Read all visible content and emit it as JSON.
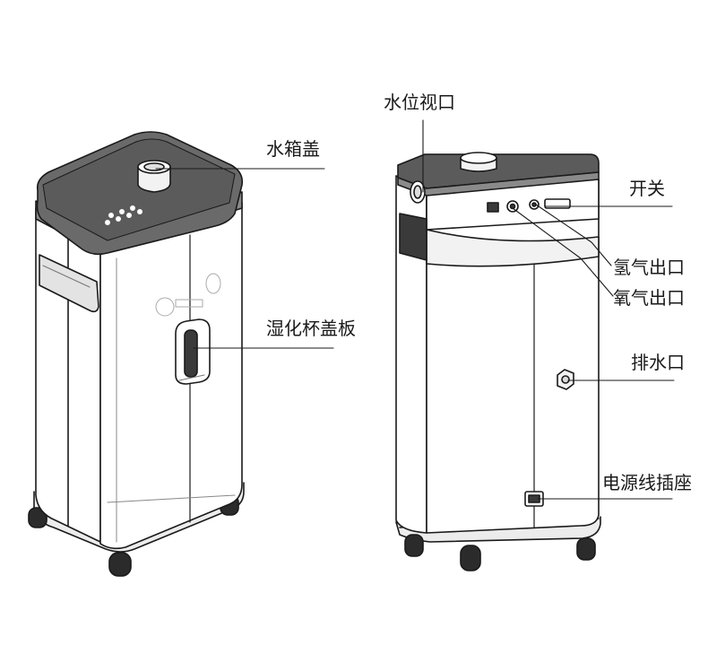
{
  "labels": {
    "water_tank_lid": "水箱盖",
    "humidifier_cup_cover": "湿化杯盖板",
    "water_level_window": "水位视口",
    "switch": "开关",
    "hydrogen_outlet": "氢气出口",
    "oxygen_outlet": "氧气出口",
    "drain_port": "排水口",
    "power_socket": "电源线插座"
  },
  "colors": {
    "line": "#1a1a1a",
    "lid": "#5b5b5b",
    "lid_top": "#6a6a6a",
    "body": "#ffffff",
    "shade": "#e9e9e9",
    "dark": "#2b2b2b"
  }
}
